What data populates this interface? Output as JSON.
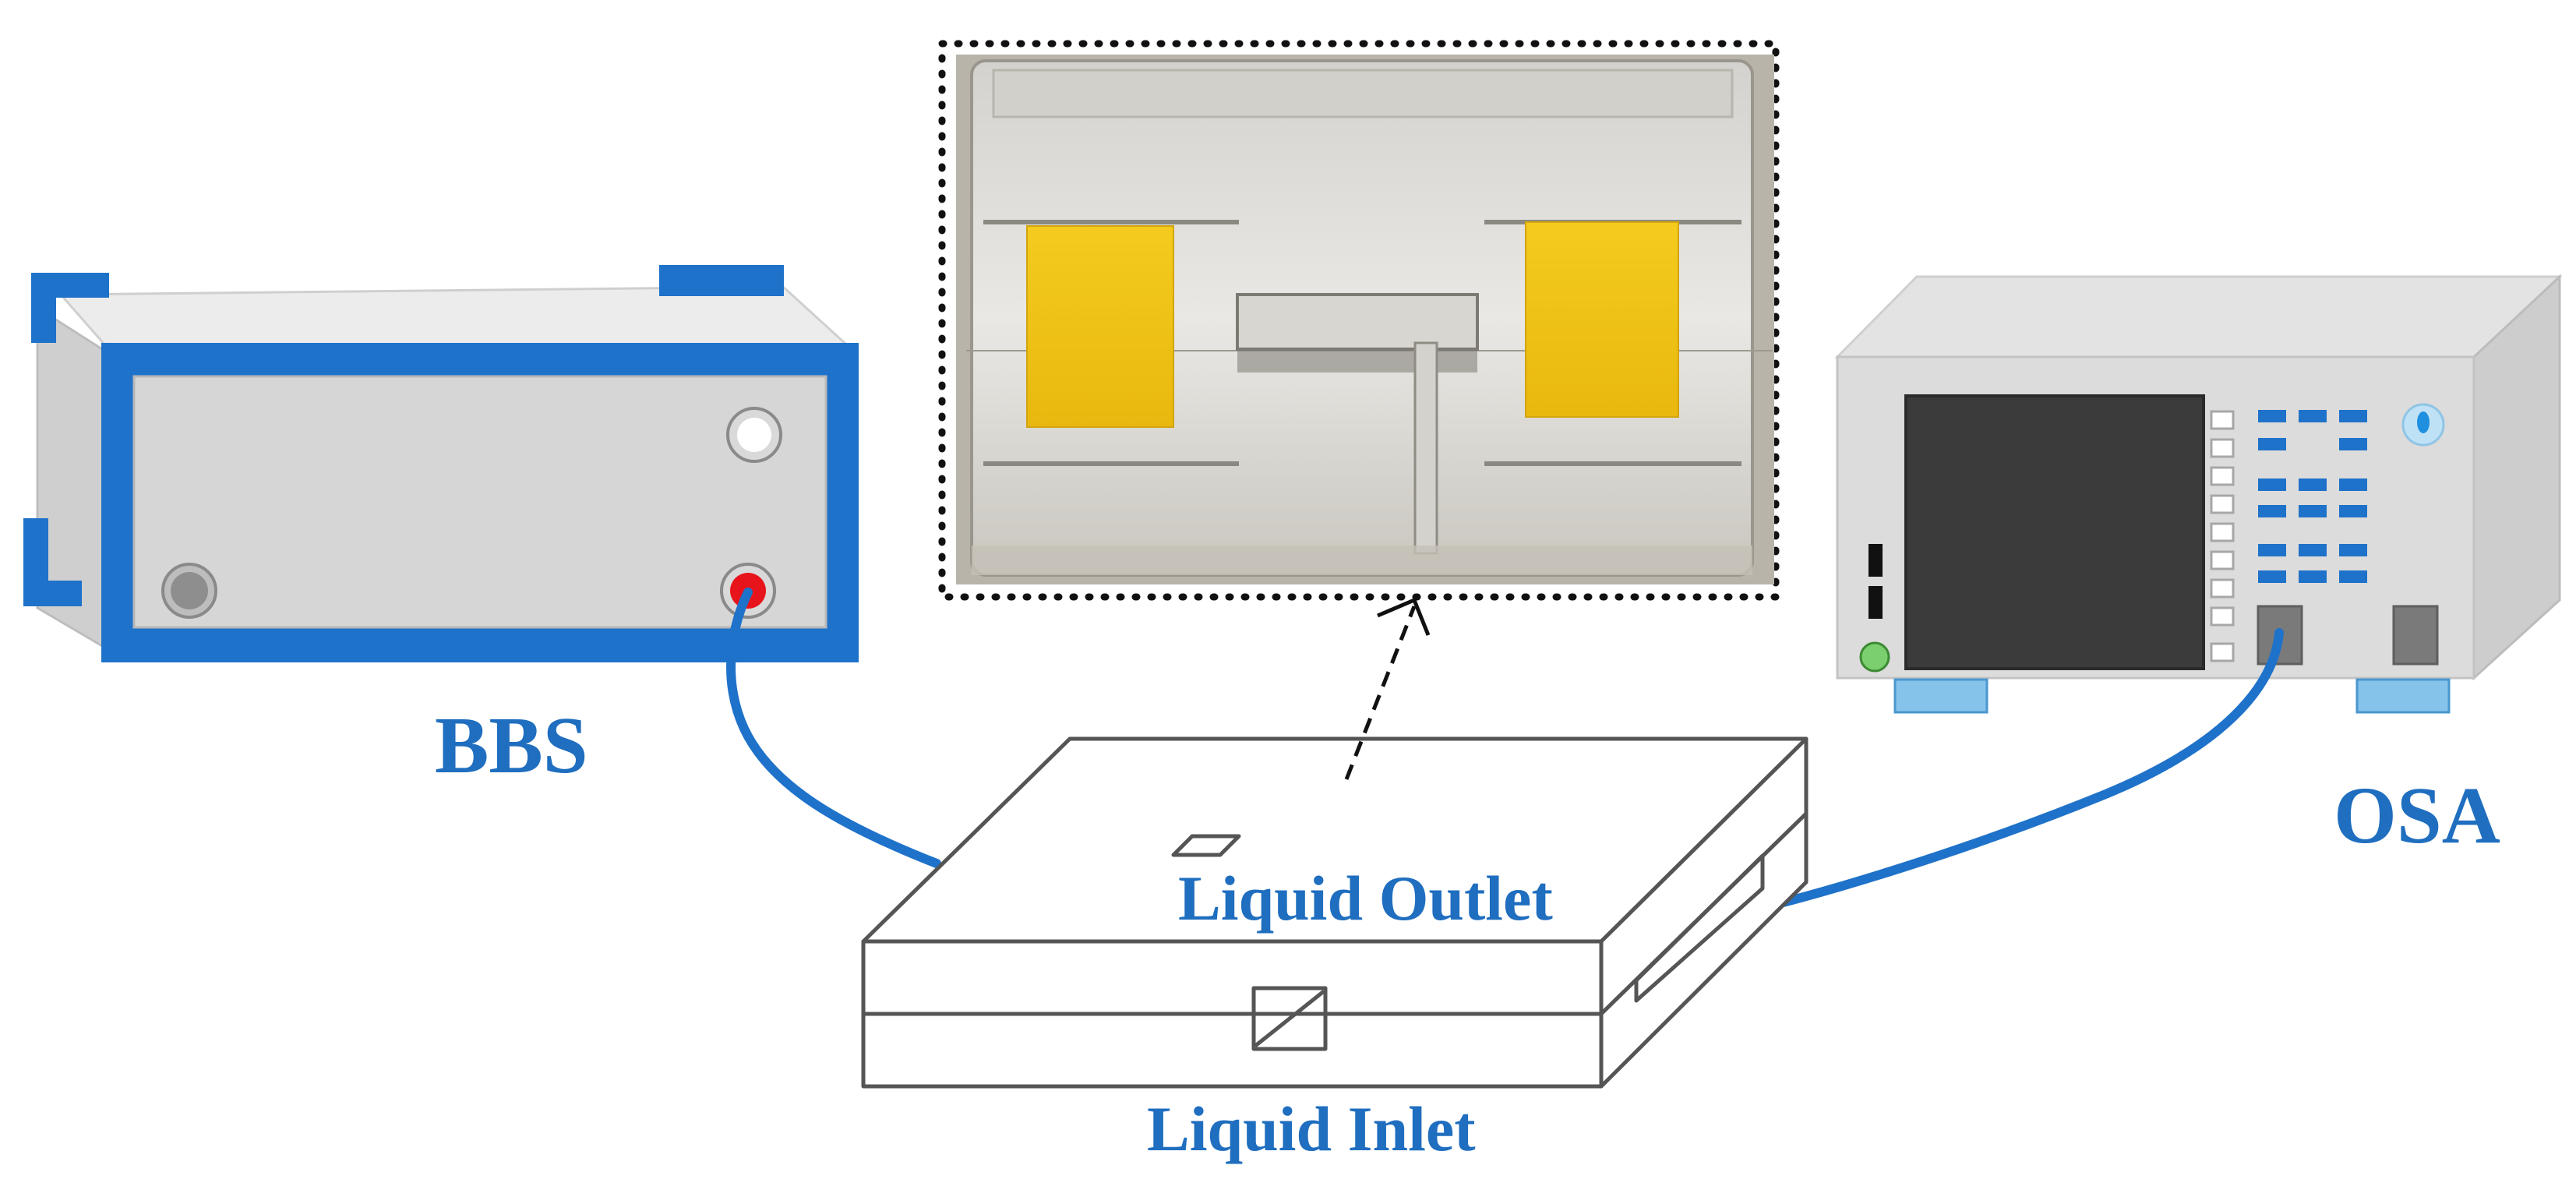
{
  "labels": {
    "bbs": "BBS",
    "osa": "OSA",
    "liquid_outlet": "Liquid Outlet",
    "liquid_inlet": "Liquid Inlet"
  },
  "colors": {
    "accent_blue": "#1f72c9",
    "label_blue": "#1f6ebf",
    "device_grey": "#d8d8d8",
    "screen_dark": "#3b3b3b",
    "led_red": "#e8141b",
    "led_green": "#7ccf6e",
    "tape_yellow": "#f1c419",
    "outline": "#555555"
  },
  "icons": {
    "bbs": "broadband-source-device-icon",
    "osa": "optical-spectrum-analyzer-icon",
    "sensor": "sensor-chamber-box-icon",
    "photo": "microfluidic-chip-photo-icon"
  }
}
